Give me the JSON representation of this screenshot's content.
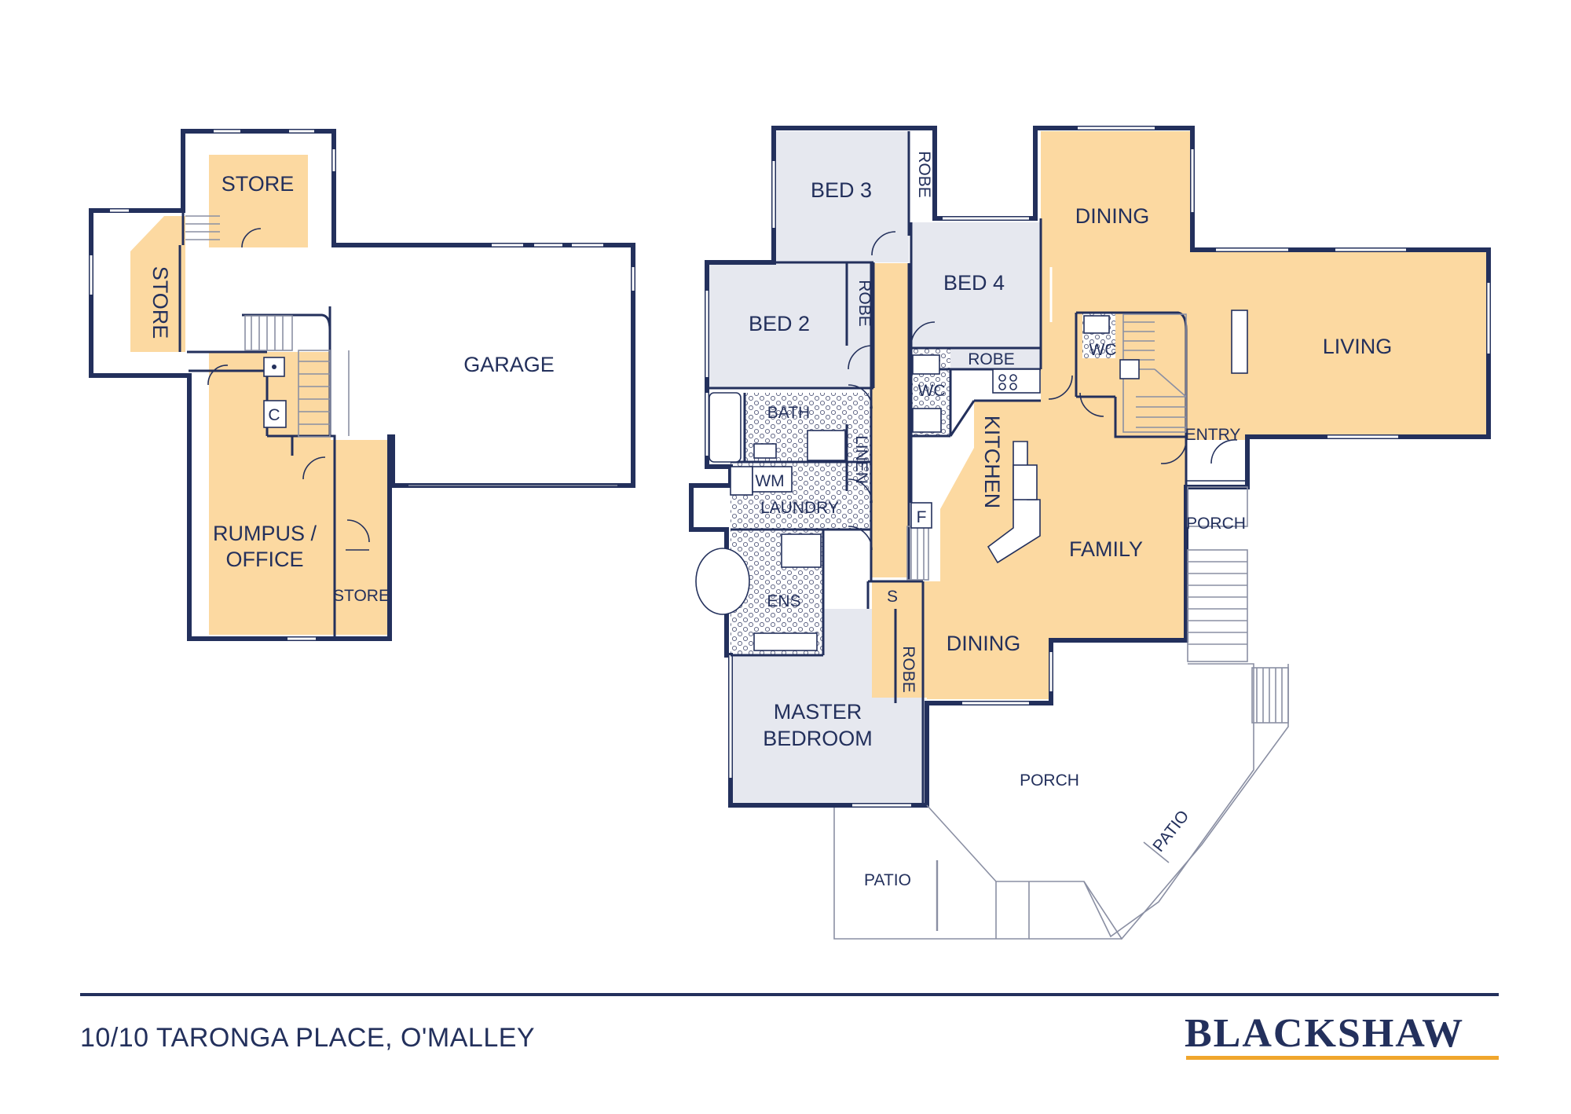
{
  "footer": {
    "address": "10/10 TARONGA PLACE, O'MALLEY",
    "brand": "BLACKSHAW"
  },
  "colors": {
    "wall": "#23305c",
    "living_fill": "#fcd9a1",
    "bedroom_fill": "#e6e8ef",
    "brand_accent": "#f0a62d"
  },
  "lower_level": {
    "store_top": "STORE",
    "store_left": "STORE",
    "garage": "GARAGE",
    "cupboard": "C",
    "rumpus_line1": "RUMPUS /",
    "rumpus_line2": "OFFICE",
    "store_small": "STORE"
  },
  "main_level": {
    "bed3": "BED 3",
    "robe_bed3": "ROBE",
    "bed2": "BED 2",
    "robe_bed2": "ROBE",
    "bed4": "BED 4",
    "robe_bed4": "ROBE",
    "wc_main": "WC",
    "wc_entry": "WC",
    "kitchen": "KITCHEN",
    "bath": "BATH",
    "linen": "LINEN",
    "wm": "WM",
    "laundry": "LAUNDRY",
    "fridge": "F",
    "ens": "ENS",
    "shelf": "S",
    "robe_master": "ROBE",
    "master_line1": "MASTER",
    "master_line2": "BEDROOM",
    "dining_top": "DINING",
    "living": "LIVING",
    "entry": "ENTRY",
    "porch_entry": "PORCH",
    "family": "FAMILY",
    "dining_bottom": "DINING",
    "porch_big": "PORCH",
    "patio_left": "PATIO",
    "patio_right": "PATIO"
  }
}
